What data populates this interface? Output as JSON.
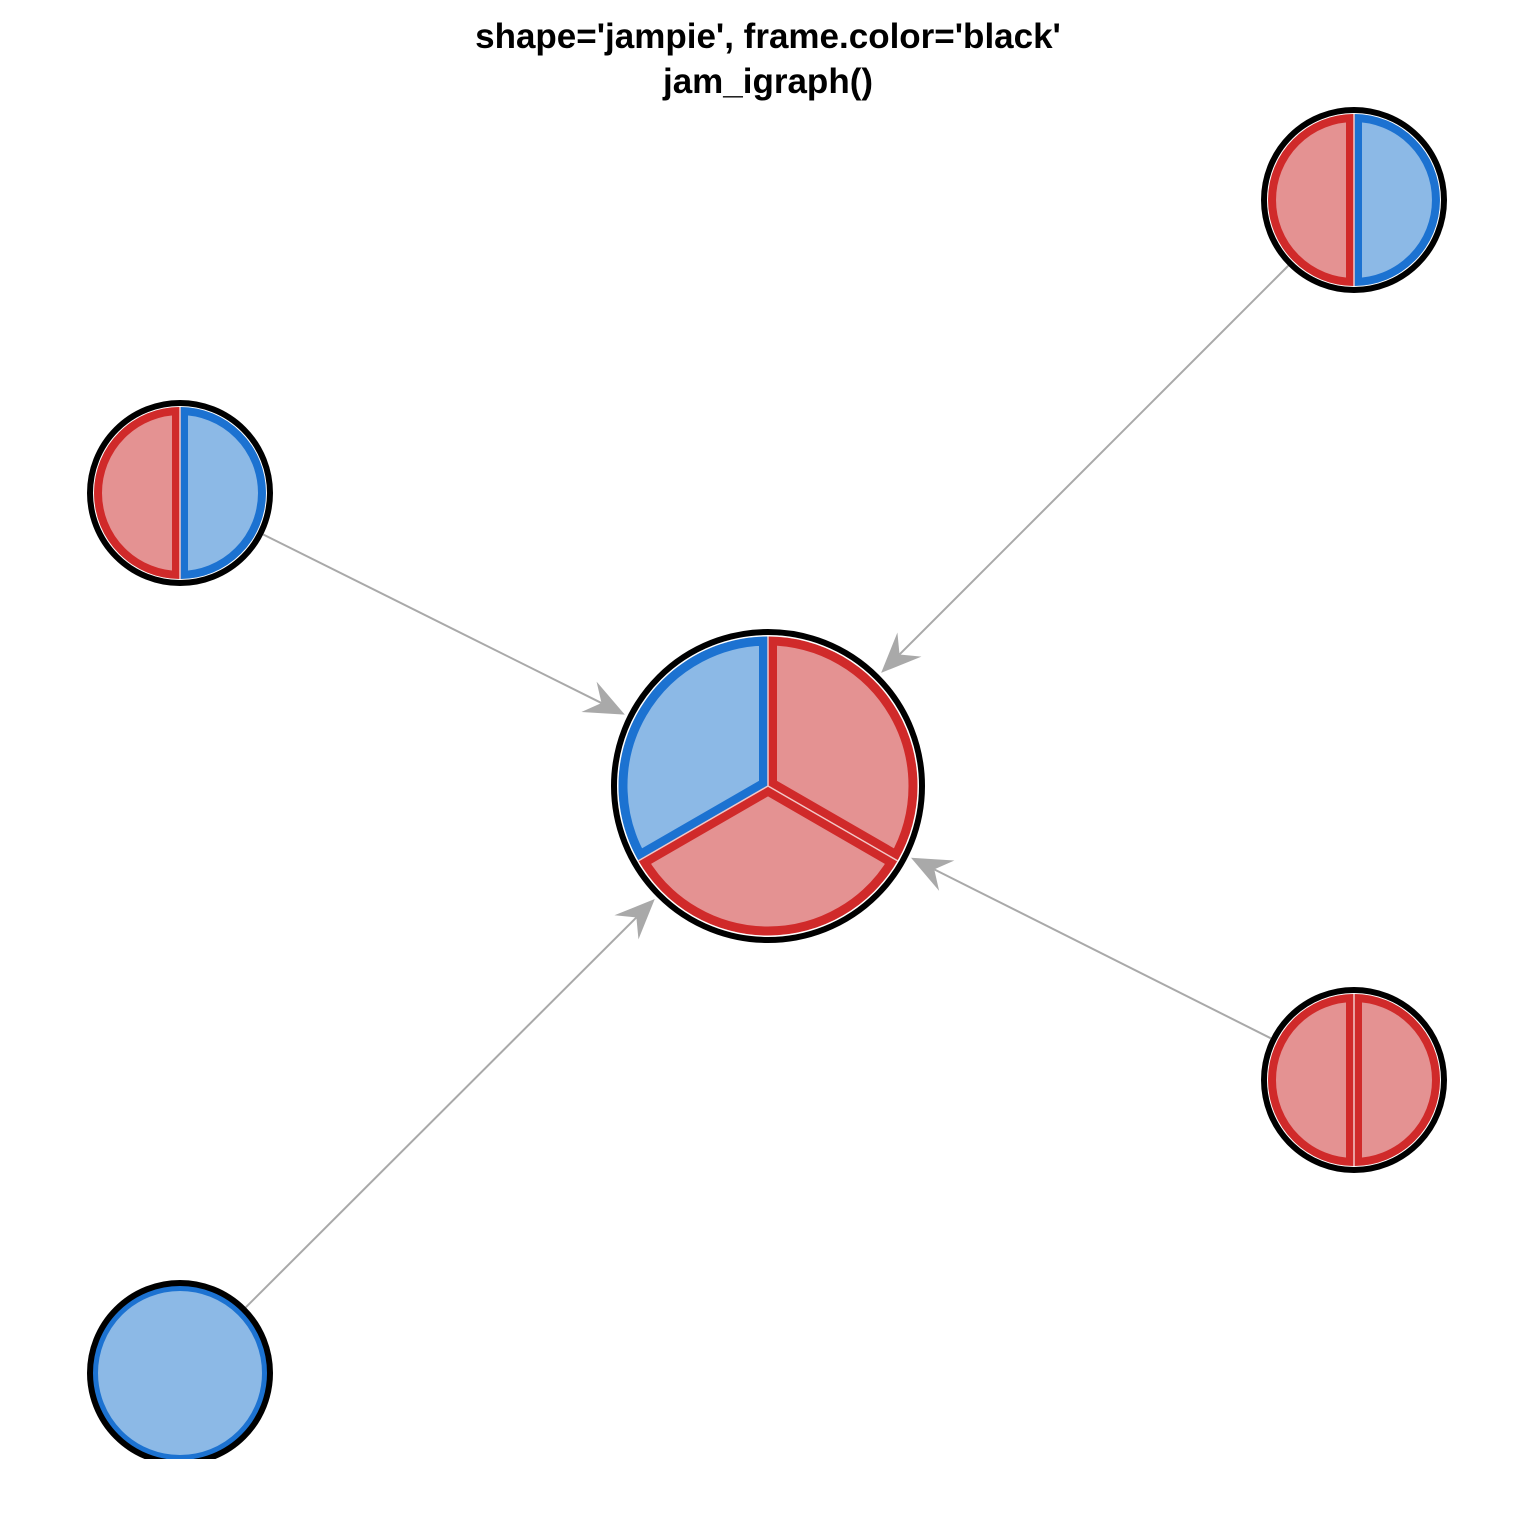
{
  "title": {
    "line1": "shape='jampie', frame.color='black'",
    "line2": "jam_igraph()"
  },
  "style": {
    "frame_color": "#000000",
    "edge_color": "#A9A9A9",
    "red_fill": "#E49292",
    "red_border": "#D02A2A",
    "blue_fill": "#8CB9E6",
    "blue_border": "#1C72D1"
  },
  "nodes": [
    {
      "id": "center",
      "slices": [
        "red",
        "red",
        "blue"
      ]
    },
    {
      "id": "top-right",
      "slices": [
        "blue",
        "red"
      ]
    },
    {
      "id": "upper-left",
      "slices": [
        "blue",
        "red"
      ]
    },
    {
      "id": "lower-right",
      "slices": [
        "red",
        "red"
      ]
    },
    {
      "id": "bottom-left",
      "slices": [
        "blue"
      ]
    }
  ],
  "edges": [
    {
      "from": "top-right",
      "to": "center"
    },
    {
      "from": "upper-left",
      "to": "center"
    },
    {
      "from": "lower-right",
      "to": "center"
    },
    {
      "from": "bottom-left",
      "to": "center"
    }
  ]
}
